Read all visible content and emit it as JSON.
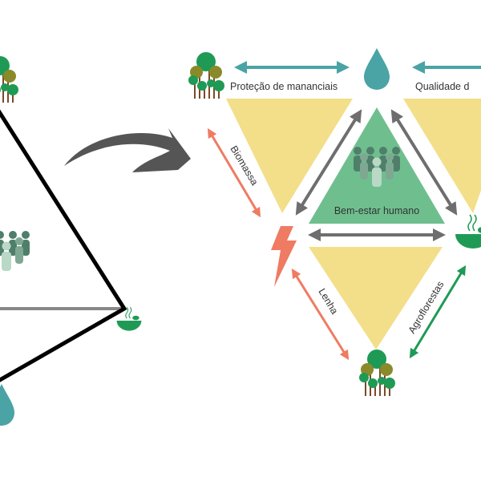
{
  "labels": {
    "top_left": "Proteção de mananciais",
    "top_right": "Qualidade d",
    "center": "Bem-estar humano",
    "left_upper": "Biomassa",
    "left_lower": "Lenha",
    "right_lower": "Agroflorestas"
  },
  "colors": {
    "yellow": "#f3de8a",
    "green_triangle": "#6fbf8e",
    "teal": "#4aa3a5",
    "salmon": "#ef7b63",
    "dark_green": "#1f9a55",
    "gray_arrow": "#6e6e6e",
    "curved_arrow": "#555555"
  },
  "icons": [
    "tree-cluster-icon",
    "water-drop-icon",
    "people-group-icon",
    "lightning-icon",
    "food-bowl-icon",
    "curved-arrow-icon"
  ]
}
